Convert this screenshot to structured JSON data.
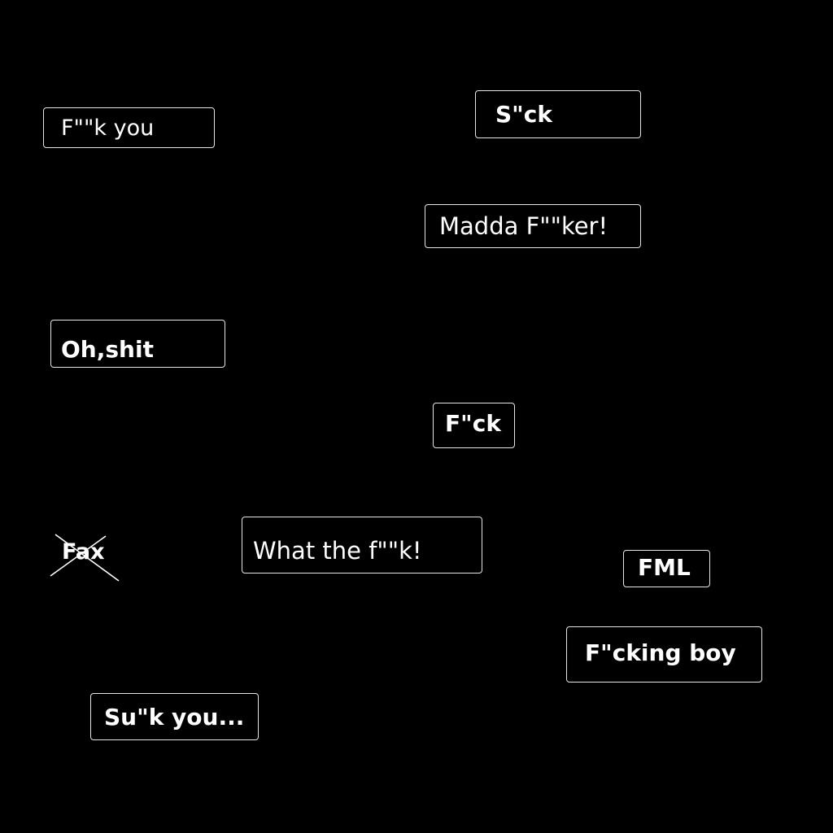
{
  "tags": [
    {
      "id": "t1",
      "text": "F\"\"k you"
    },
    {
      "id": "t2",
      "text": "S\"ck"
    },
    {
      "id": "t3",
      "text": "Madda F\"\"ker!"
    },
    {
      "id": "t4",
      "text": "Oh,shit"
    },
    {
      "id": "t5",
      "text": "F\"ck"
    },
    {
      "id": "t6",
      "text": "What the f\"\"k!"
    },
    {
      "id": "t7",
      "text": "FML"
    },
    {
      "id": "t8",
      "text": "F\"cking boy"
    },
    {
      "id": "t9",
      "text": "Su\"k you..."
    }
  ],
  "crossed_word": "Fax",
  "colors": {
    "background": "#000000",
    "text": "#ffffff",
    "border": "#e6e6e6"
  }
}
